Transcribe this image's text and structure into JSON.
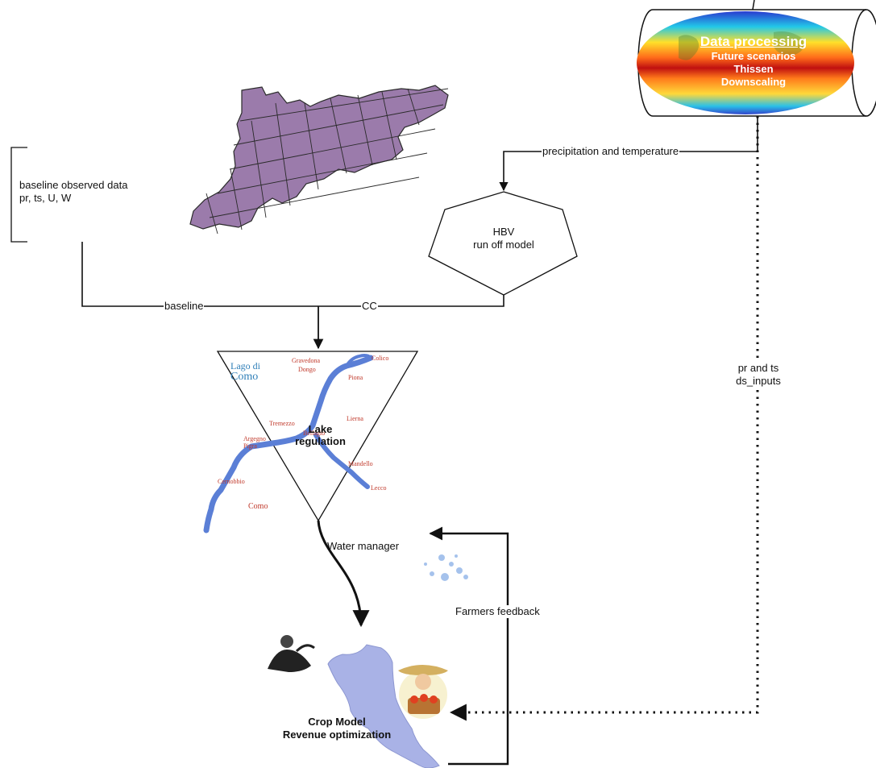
{
  "data_processing": {
    "title": "Data processing",
    "lines": [
      "Future scenarios",
      "Thissen",
      "Downscaling"
    ]
  },
  "baseline_data": {
    "line1": "baseline observed data",
    "line2": "pr, ts, U, W"
  },
  "hbv": {
    "line1": "HBV",
    "line2": "run off model"
  },
  "edges": {
    "precip_temp": "precipitation and temperature",
    "baseline": "baseline",
    "cc": "CC",
    "ds_line1": "pr and ts",
    "ds_line2": "ds_inputs",
    "water_manager": "Water manager",
    "farmers_feedback": "Farmers feedback"
  },
  "lake": {
    "label_line1": "Lake",
    "label_line2": "regulation",
    "map_title_line1": "Lago di",
    "map_title_line2": "Como",
    "towns": [
      "Gravedona",
      "Dongo",
      "Colico",
      "Piona",
      "Tremezzo",
      "Bellagio",
      "Lierna",
      "Argegno",
      "Pigra",
      "Mandello",
      "Cernobbio",
      "Lecco",
      "Como"
    ]
  },
  "crop": {
    "line1": "Crop Model",
    "line2": "Revenue optimization"
  },
  "colors": {
    "region_fill": "#9b7bab",
    "lake_fill": "#7b94d8",
    "lake_water": "#5b7fd6",
    "town_label": "#c0392b",
    "map_title": "#2f7fb8",
    "crop_region": "#a9b2e6"
  }
}
